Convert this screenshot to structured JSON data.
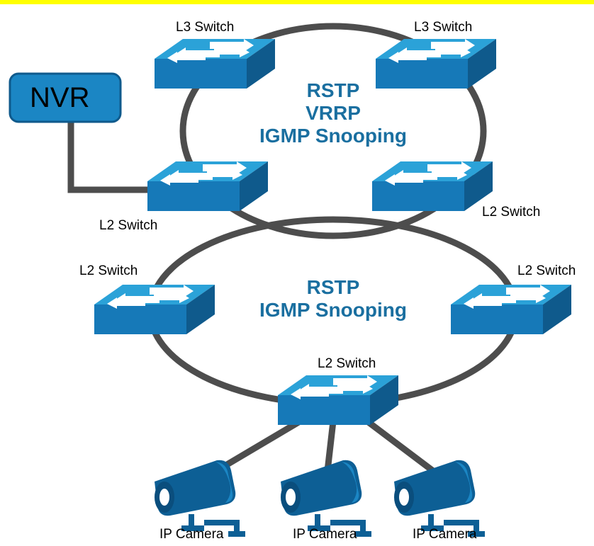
{
  "colors": {
    "top_bar": "#ffff00",
    "ring_line": "#4d4d4d",
    "switch_top": "#2ba2d8",
    "switch_front": "#1679b8",
    "switch_side": "#0f5a8c",
    "protocol_text": "#1a6fa0",
    "nvr_fill": "#1b86c4",
    "camera": "#0d5f95"
  },
  "nvr": {
    "label": "NVR",
    "icon": "nvr-box"
  },
  "upper_ring": {
    "protocols": [
      "RSTP",
      "VRRP",
      "IGMP Snooping"
    ]
  },
  "lower_ring": {
    "protocols": [
      "RSTP",
      "IGMP Snooping"
    ]
  },
  "switches": {
    "l3_left": "L3 Switch",
    "l3_right": "L3 Switch",
    "l2_mid_left": "L2 Switch",
    "l2_mid_right": "L2 Switch",
    "l2_low_left": "L2 Switch",
    "l2_low_right": "L2 Switch",
    "l2_bottom": "L2 Switch"
  },
  "cameras": [
    "IP Camera",
    "IP Camera",
    "IP Camera"
  ]
}
